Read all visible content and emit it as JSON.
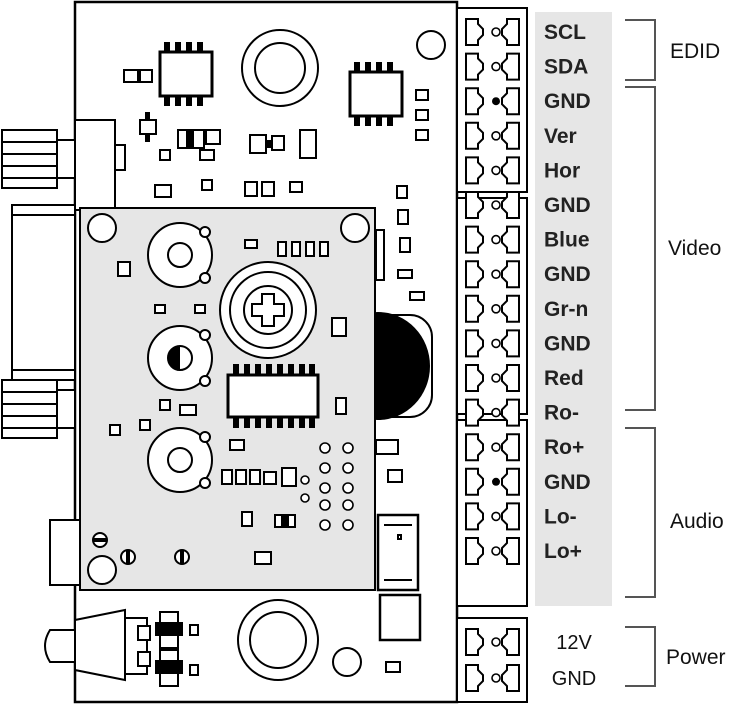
{
  "signal_pins": [
    "SCL",
    "SDA",
    "GND",
    "Ver",
    "Hor",
    "GND",
    "Blue",
    "GND",
    "Gr-n",
    "GND",
    "Red",
    "Ro-",
    "Ro+",
    "GND",
    "Lo-",
    "Lo+"
  ],
  "power_pins": [
    "12V",
    "GND"
  ],
  "groups": {
    "edid": "EDID",
    "video": "Video",
    "audio": "Audio",
    "power": "Power"
  },
  "colors": {
    "label_panel": "#e6e6e6",
    "daughter_board": "#e6e6e6",
    "outline": "#000000",
    "bracket": "#555555"
  }
}
